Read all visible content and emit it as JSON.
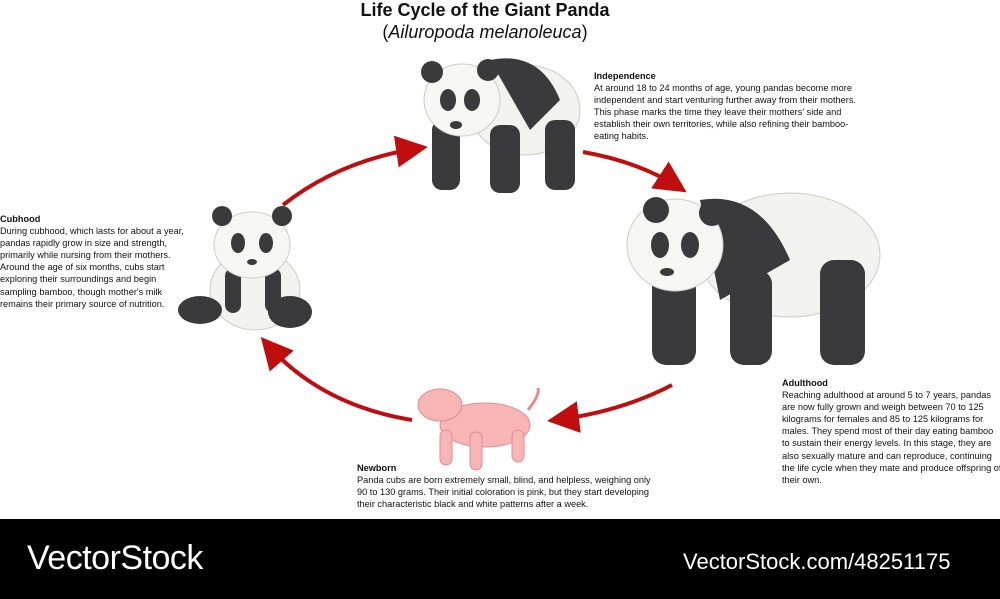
{
  "title": "Life Cycle of the Giant Panda",
  "subtitle": {
    "open": "(",
    "latin": "Ailuropoda melanoleuca",
    "close": ")"
  },
  "stages": {
    "independence": {
      "heading": "Independence",
      "text": "At around 18 to 24 months of age, young pandas become more independent and start venturing further away from their mothers. This phase marks the time they leave their mothers' side and establish their own territories, while also refining their bamboo-eating habits."
    },
    "adulthood": {
      "heading": "Adulthood",
      "text": "Reaching adulthood at around 5 to 7 years, pandas are now fully grown and weigh between 70 to 125 kilograms for females and 85 to 125 kilograms for males. They spend most of their day eating bamboo to sustain their energy levels. In this stage, they are also sexually mature and can reproduce, continuing the life cycle when they mate and produce offspring of their own."
    },
    "newborn": {
      "heading": "Newborn",
      "text": "Panda cubs are born extremely small, blind, and helpless, weighing only 90 to 130 grams. Their initial coloration is pink, but they start developing their characteristic black and white patterns after a week."
    },
    "cubhood": {
      "heading": "Cubhood",
      "text": "During cubhood, which lasts for about a year, pandas rapidly grow in size and strength, primarily while nursing from their mothers. Around the age of six months, cubs start exploring their surroundings and begin sampling bamboo, though mother's milk remains their primary source of nutrition."
    }
  },
  "colors": {
    "arrow": "#c00d0d",
    "panda_dark": "#3a3a3c",
    "panda_light": "#f2f2ee",
    "newborn": "#f7b5b5"
  },
  "footer": {
    "brand": "VectorStock",
    "url": "VectorStock.com/48251175"
  }
}
